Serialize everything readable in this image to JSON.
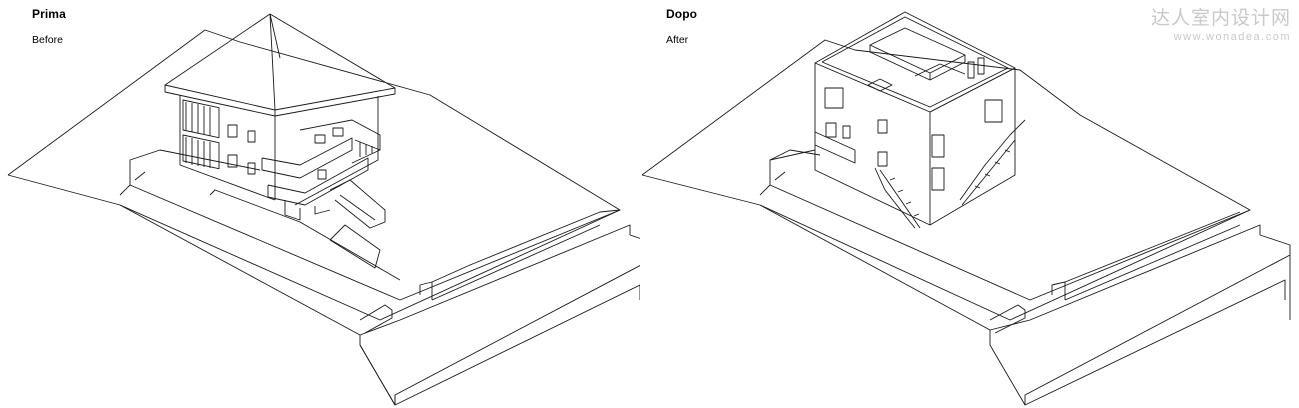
{
  "panels": [
    {
      "title": "Prima",
      "subtitle": "Before"
    },
    {
      "title": "Dopo",
      "subtitle": "After"
    }
  ],
  "watermark": {
    "chinese": "达人室内设计网",
    "url": "www.wonadea.com"
  },
  "colors": {
    "line": "#1a1a1a",
    "background": "#ffffff",
    "watermark": "#c9c9c9"
  }
}
